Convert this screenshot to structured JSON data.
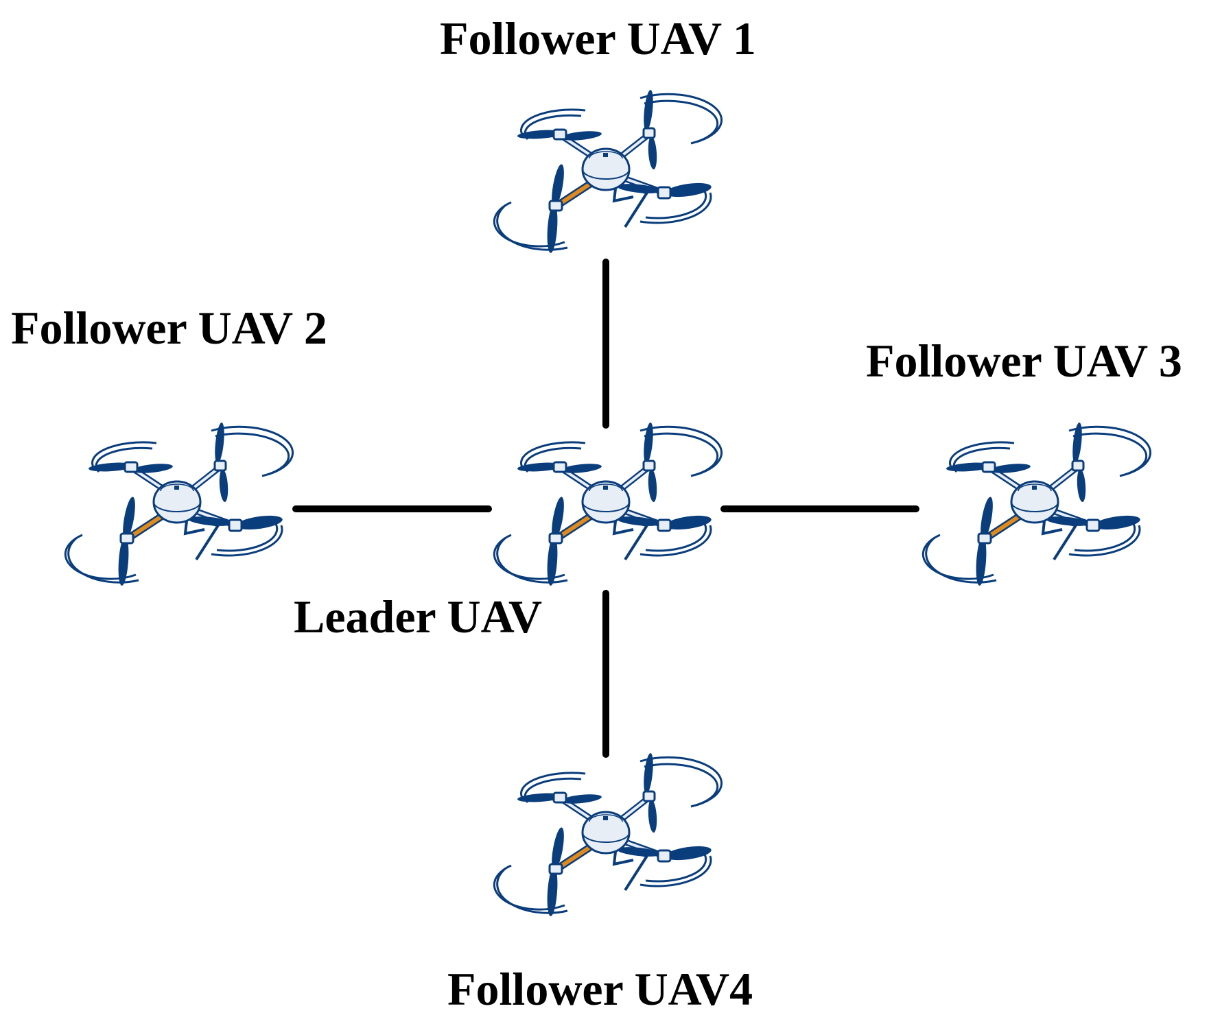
{
  "labels": {
    "follower_1": "Follower UAV 1",
    "follower_2": "Follower UAV 2",
    "follower_3": "Follower UAV 3",
    "follower_4": "Follower UAV4",
    "leader": "Leader UAV"
  },
  "nodes": [
    {
      "id": "leader",
      "role": "leader"
    },
    {
      "id": "follower_1",
      "role": "follower"
    },
    {
      "id": "follower_2",
      "role": "follower"
    },
    {
      "id": "follower_3",
      "role": "follower"
    },
    {
      "id": "follower_4",
      "role": "follower"
    }
  ],
  "links": [
    {
      "from": "leader",
      "to": "follower_1"
    },
    {
      "from": "leader",
      "to": "follower_2"
    },
    {
      "from": "leader",
      "to": "follower_3"
    },
    {
      "from": "leader",
      "to": "follower_4"
    }
  ],
  "colors": {
    "drone_blue": "#0a3d7c",
    "drone_body": "#e8eef6",
    "arm_orange": "#e08a1c",
    "link_line": "#000000"
  },
  "icons": {
    "drone": "quadcopter-icon"
  }
}
